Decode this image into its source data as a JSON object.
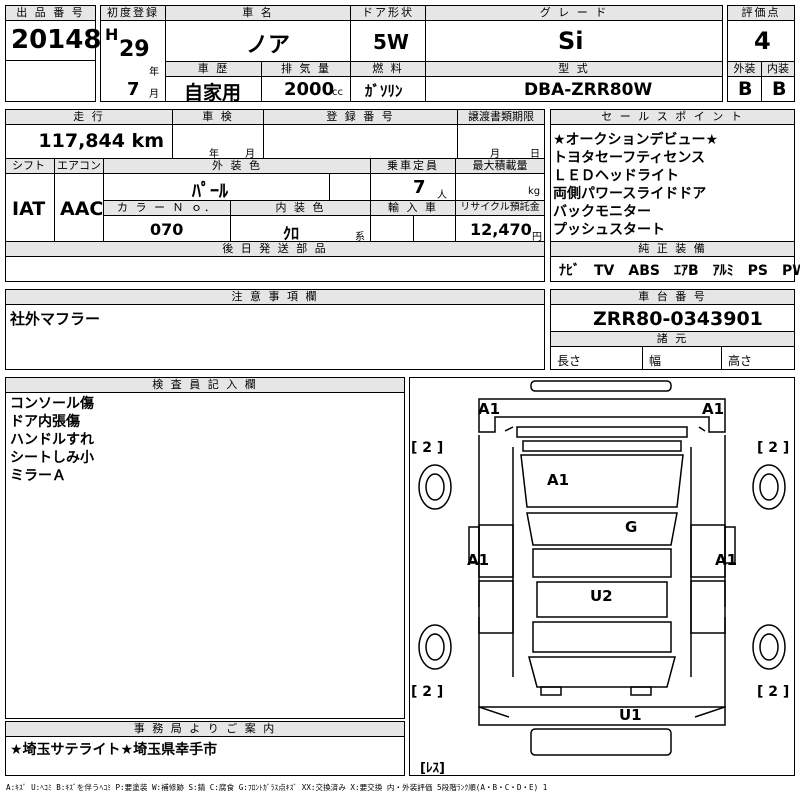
{
  "row1": {
    "lot_label": "出 品 番 号",
    "lot_no": "20148",
    "reg_label": "初度登録",
    "era": "H",
    "year": "29",
    "year_unit": "年",
    "month": "7",
    "month_unit": "月",
    "name_label": "車 名",
    "name": "ノア",
    "door_label": "ドア形状",
    "door": "5W",
    "grade_label": "グ レ ー ド",
    "grade": "Si",
    "score_label": "評価点",
    "score": "4",
    "history_label": "車 歴",
    "history": "自家用",
    "disp_label": "排 気 量",
    "disp": "2000",
    "disp_unit": "cc",
    "fuel_label": "燃 料",
    "fuel": "ｶﾞｿﾘﾝ",
    "model_label": "型 式",
    "model": "DBA-ZRR80W",
    "ext_label": "外装",
    "ext": "B",
    "int_label": "内装",
    "int": "B"
  },
  "row2": {
    "mileage_label": "走 行",
    "mileage": "117,844 km",
    "inspect_label": "車 検",
    "inspect_y": "年",
    "inspect_m": "月",
    "regno_label": "登 録 番 号",
    "transfer_label": "譲渡書類期限",
    "transfer_m": "月",
    "transfer_d": "日",
    "shift_label": "シフト",
    "shift": "IAT",
    "ac_label": "エアコン",
    "ac": "AAC",
    "color_label": "外 装 色",
    "color": "ﾊﾟｰﾙ",
    "cap_label": "乗車定員",
    "cap": "7",
    "cap_unit": "人",
    "load_label": "最大積載量",
    "load_unit": "kg",
    "colorno_label": "カ ラ ー Ｎ ｏ．",
    "colorno": "070",
    "intcolor_label": "内 装 色",
    "intcolor": "ｸﾛ",
    "intcolor_unit": "系",
    "import_label": "輸 入 車",
    "recycle_label": "リサイクル預託金",
    "recycle": "12,470",
    "recycle_unit": "円",
    "later_label": "後 日 発 送 部 品"
  },
  "sales": {
    "label": "セ ー ル ス ポ イ ン ト",
    "lines": "★オークションデビュー★\nトヨタセーフティセンス\nＬＥＤヘッドライト\n両側パワースライドドア\nバックモニター\nプッシュスタート"
  },
  "equip": {
    "label": "純 正 装 備",
    "items": "ﾅﾋﾞ　TV　ABS　ｴｱB　ｱﾙﾐ　PS　PW"
  },
  "notes": {
    "label": "注 意 事 項 欄",
    "text": "社外マフラー"
  },
  "chassis": {
    "label": "車 台 番 号",
    "value": "ZRR80-0343901",
    "dims_label": "諸 元",
    "len": "長さ",
    "wid": "幅",
    "hei": "高さ"
  },
  "inspector": {
    "label": "検 査 員 記 入 欄",
    "text": "コンソール傷\nドア内張傷\nハンドルすれ\nシートしみ小\nミラーＡ"
  },
  "office": {
    "label": "事 務 局 よ り ご 案 内",
    "text": "★埼玉サテライト★埼玉県幸手市"
  },
  "diagram": {
    "a1_fl": "A1",
    "a1_fr": "A1",
    "a1_hood": "A1",
    "g_glass": "G",
    "a1_l": "A1",
    "a1_r": "A1",
    "u2": "U2",
    "u1": "U1",
    "tire_fl": "[ 2 ]",
    "tire_fr": "[ 2 ]",
    "tire_rl": "[ 2 ]",
    "tire_rr": "[ 2 ]",
    "spare": "[ﾚｽ]"
  },
  "legend": "A:ｷｽﾞ U:ﾍｺﾐ B:ｷｽﾞを伴うﾍｺﾐ P:要塗装 W:補修跡 S:錆 C:腐食 G:ﾌﾛﾝﾄｶﾞﾗｽ点ｷｽﾞ XX:交換済み X:要交換 内・外装評価 5段階ﾗﾝｸ順(A・B・C・D・E) 1"
}
